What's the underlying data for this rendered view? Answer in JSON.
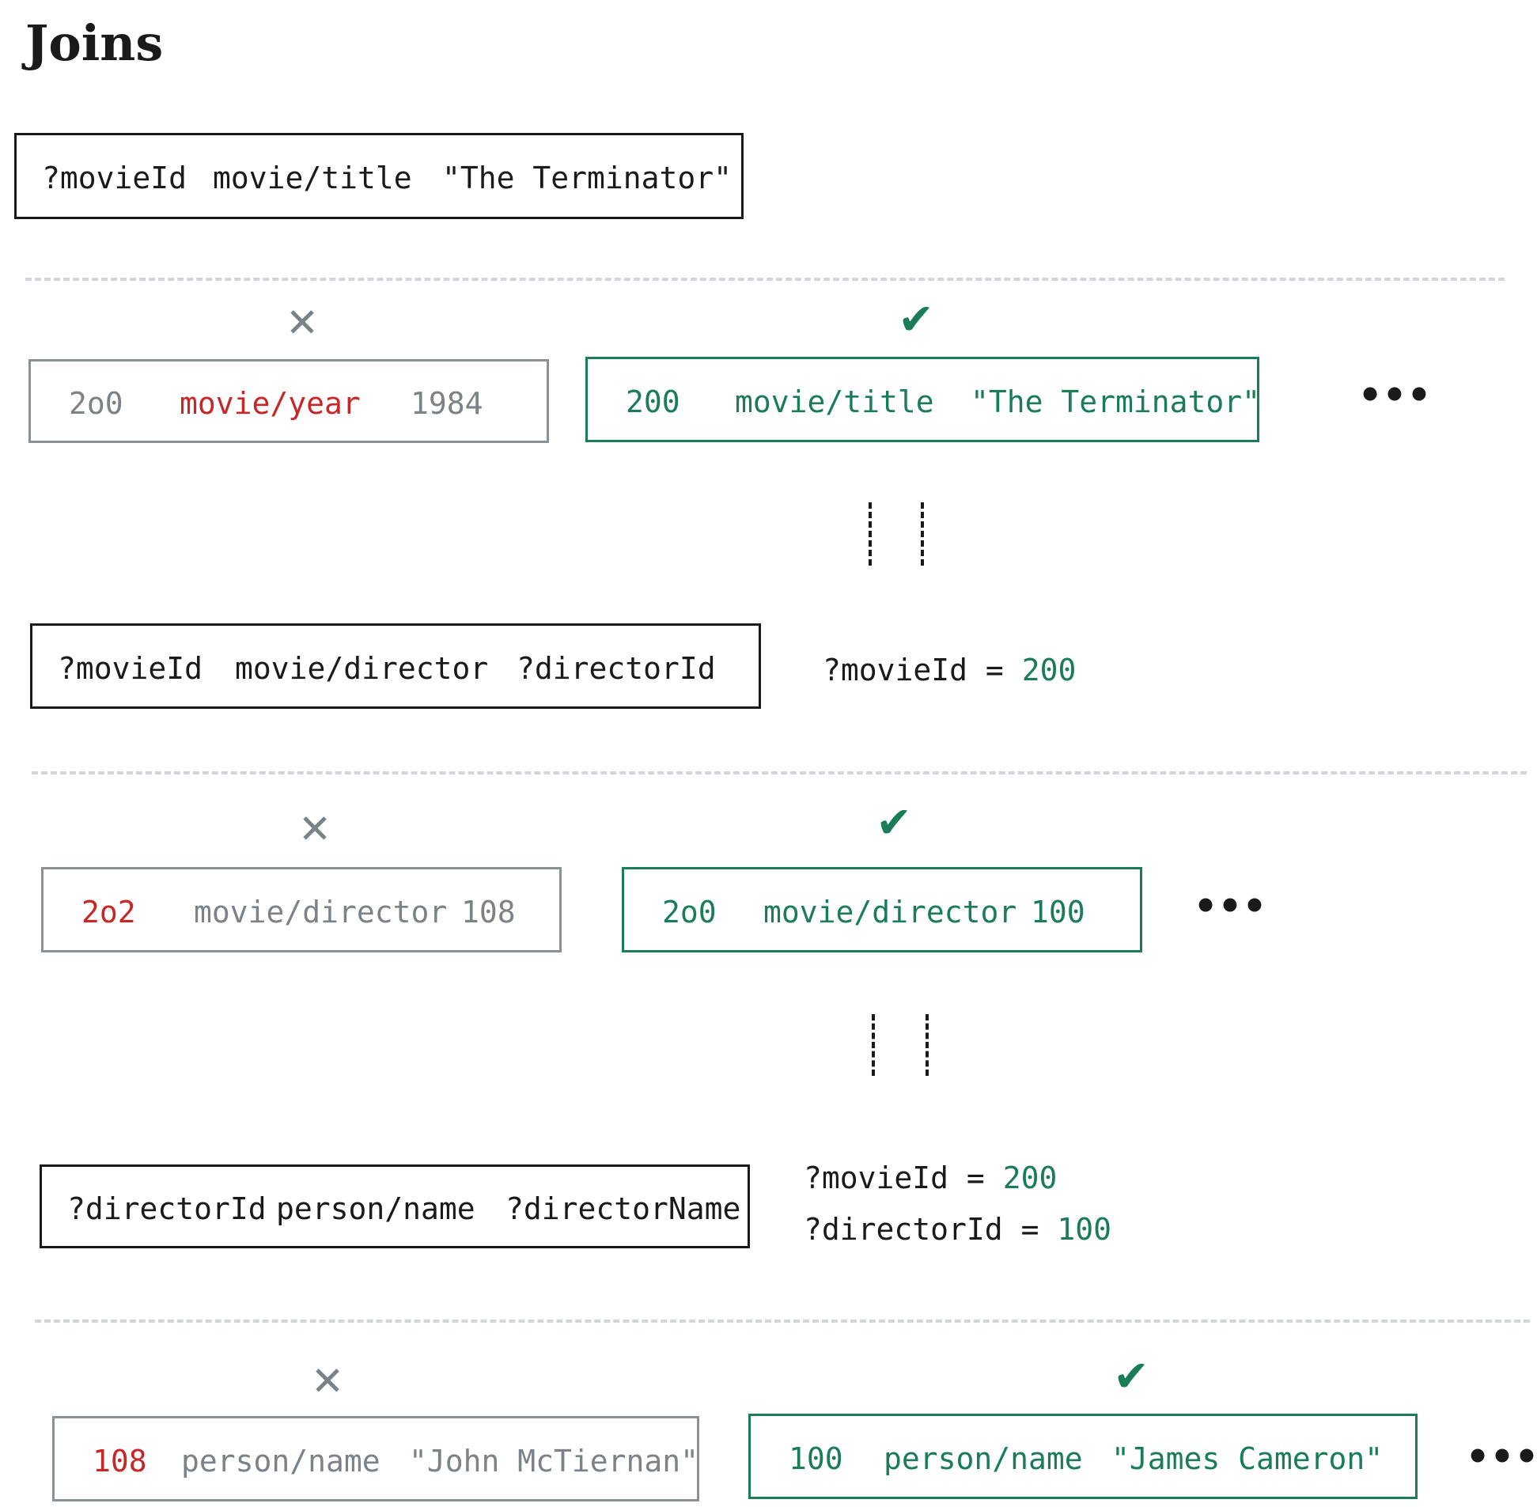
{
  "title": "Joins",
  "colors": {
    "match": "#1b7d57",
    "mismatch": "#c62828",
    "neutral": "#7c8287",
    "ink": "#1a1a1a"
  },
  "queries": [
    {
      "e": "?movieId",
      "a": "movie/title",
      "v": "\"The Terminator\""
    },
    {
      "e": "?movieId",
      "a": "movie/director",
      "v": "?directorId"
    },
    {
      "e": "?directorId",
      "a": "person/name",
      "v": "?directorName"
    }
  ],
  "results": [
    {
      "rejected": {
        "e": "2o0",
        "a": "movie/year",
        "v": "1984"
      },
      "matched": {
        "e": "200",
        "a": "movie/title",
        "v": "\"The Terminator\""
      },
      "more": "•••"
    },
    {
      "rejected": {
        "e": "2o2",
        "a": "movie/director",
        "v": "108"
      },
      "matched": {
        "e": "2o0",
        "a": "movie/director",
        "v": "100"
      },
      "more": "•••"
    },
    {
      "rejected": {
        "e": "108",
        "a": "person/name",
        "v": "\"John McTiernan\""
      },
      "matched": {
        "e": "100",
        "a": "person/name",
        "v": "\"James Cameron\""
      },
      "more": "•••"
    }
  ],
  "bindings": [
    [
      {
        "var": "?movieId",
        "op": "=",
        "val": "200"
      }
    ],
    [
      {
        "var": "?movieId",
        "op": "=",
        "val": "200"
      },
      {
        "var": "?directorId",
        "op": "=",
        "val": "100"
      }
    ]
  ],
  "marks": {
    "reject": "✕",
    "accept": "✔"
  }
}
